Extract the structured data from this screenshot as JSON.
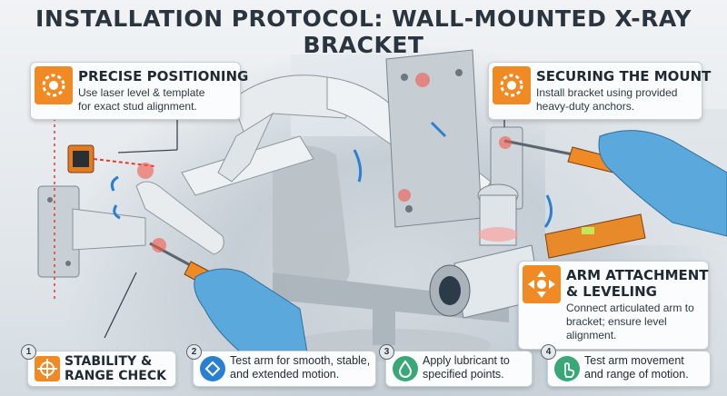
{
  "title": "INSTALLATION PROTOCOL: WALL-MOUNTED X-RAY BRACKET",
  "callouts": {
    "positioning": {
      "heading": "PRECISE POSITIONING",
      "line1": "Use laser level & template",
      "line2": "for exact stud alignment."
    },
    "securing": {
      "heading": "SECURING THE MOUNT",
      "line1": "Install bracket using provided",
      "line2": "heavy-duty anchors."
    },
    "arm": {
      "heading1": "ARM ATTACHMENT",
      "heading2": "& LEVELING",
      "line1": "Connect articulated arm to",
      "line2": "bracket; ensure level",
      "line3": "alignment."
    }
  },
  "steps": [
    {
      "num": "1",
      "line1": "STABILITY &",
      "line2": "RANGE CHECK"
    },
    {
      "num": "2",
      "line1": "Test arm for smooth, stable,",
      "line2": "and extended motion."
    },
    {
      "num": "3",
      "line1": "Apply lubricant to",
      "line2": "specified points."
    },
    {
      "num": "4",
      "line1": "Test arm movement",
      "line2": "and range of motion."
    }
  ],
  "colors": {
    "accent_orange": "#ef8a24",
    "accent_blue": "#2a7fd0",
    "accent_green": "#3aa776",
    "glove_blue": "#5aa8dc"
  },
  "icons": [
    "gear-positioning-icon",
    "gear-securing-icon",
    "move-arrows-icon",
    "crosshair-icon",
    "diamond-icon",
    "droplet-icon",
    "hand-touch-icon"
  ]
}
